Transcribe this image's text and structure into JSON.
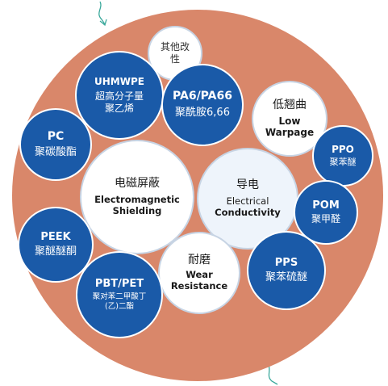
{
  "colors": {
    "ring": "#d9876a",
    "blue": "#1a5aa8",
    "white": "#ffffff",
    "pale": "#eef4fb",
    "wire": "#3aa89b"
  },
  "circles": {
    "other": {
      "zh": "其他改性"
    },
    "uhmwpe": {
      "en": "UHMWPE",
      "zh1": "超高分子量",
      "zh2": "聚乙烯"
    },
    "pa": {
      "en": "PA6/PA66",
      "zh": "聚酰胺6,66"
    },
    "low_warpage": {
      "zh": "低翘曲",
      "en1": "Low",
      "en2": "Warpage"
    },
    "pc": {
      "en": "PC",
      "zh": "聚碳酸酯"
    },
    "emi": {
      "zh": "电磁屏蔽",
      "en1": "Electromagnetic",
      "en2": "Shielding"
    },
    "conductivity": {
      "zh": "导电",
      "en1": "Electrical",
      "en2": "Conductivity"
    },
    "ppo": {
      "en": "PPO",
      "zh": "聚苯醚"
    },
    "pom": {
      "en": "POM",
      "zh": "聚甲醛"
    },
    "peek": {
      "en": "PEEK",
      "zh": "聚醚醚酮"
    },
    "wear": {
      "zh": "耐磨",
      "en1": "Wear",
      "en2": "Resistance"
    },
    "pps": {
      "en": "PPS",
      "zh": "聚苯硫醚"
    },
    "pbt": {
      "en": "PBT/PET",
      "zh1": "聚对苯二甲酸丁",
      "zh2": "(乙)二酯"
    }
  }
}
